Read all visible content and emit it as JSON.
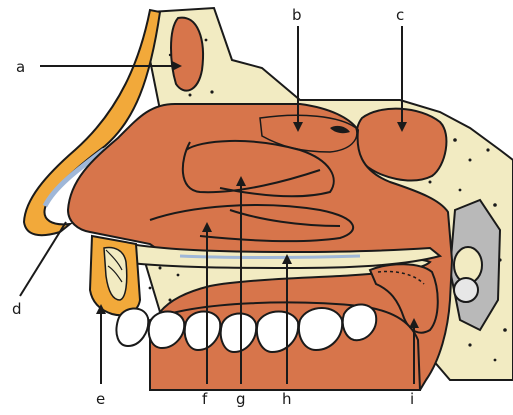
{
  "labels": {
    "a": "a",
    "b": "b",
    "c": "c",
    "d": "d",
    "e": "e",
    "f": "f",
    "g": "g",
    "h": "h",
    "i": "i"
  },
  "colors": {
    "tissue": "#d7754b",
    "bone": "#f2ebc2",
    "skin": "#f2a93a",
    "outline": "#1a1a1a",
    "teeth": "#ffffff",
    "gray": "#b9b9b9"
  }
}
